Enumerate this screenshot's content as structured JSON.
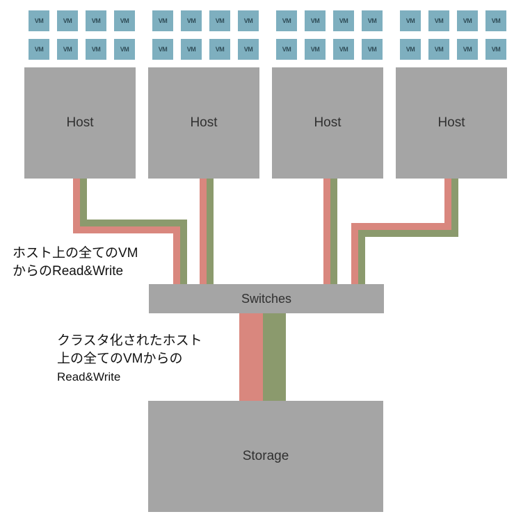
{
  "vm_label": "VM",
  "hosts": [
    {
      "label": "Host"
    },
    {
      "label": "Host"
    },
    {
      "label": "Host"
    },
    {
      "label": "Host"
    }
  ],
  "switches": {
    "label": "Switches"
  },
  "storage": {
    "label": "Storage"
  },
  "annotations": {
    "host_io_line1": "ホスト上の全てのVM",
    "host_io_line2": "からのRead&Write",
    "cluster_io_line1": "クラスタ化されたホスト",
    "cluster_io_line2": "上の全てのVMからの",
    "cluster_io_line3": "Read&Write"
  },
  "colors": {
    "read": "#d9877e",
    "write": "#8b9a6d",
    "box": "#a5a5a5",
    "vm": "#7eafbf"
  }
}
